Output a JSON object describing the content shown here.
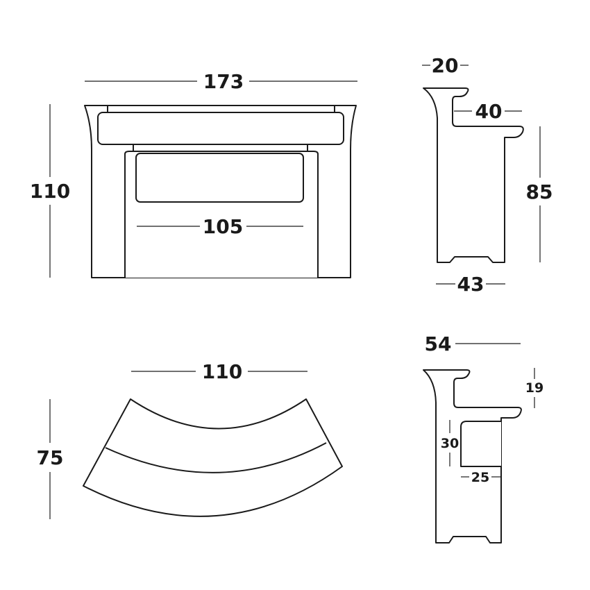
{
  "dimensions": {
    "front_width": "173",
    "front_height": "110",
    "front_inner_width": "105",
    "side_top": "20",
    "side_shelf": "40",
    "side_height": "85",
    "side_base": "43",
    "plan_width": "110",
    "plan_depth": "75",
    "side2_depth": "54",
    "side2_top_gap": "19",
    "side2_inner_height": "30",
    "side2_inner_depth": "25"
  }
}
